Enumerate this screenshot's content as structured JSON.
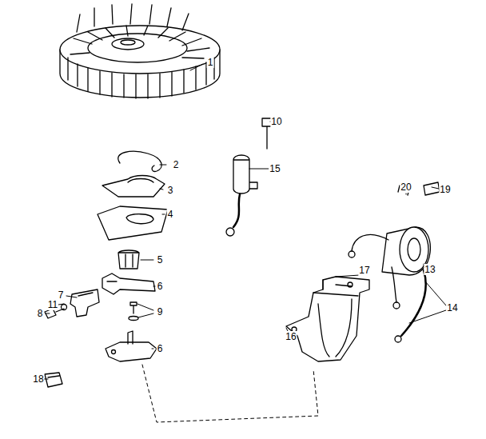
{
  "diagram": {
    "labels": [
      "1",
      "2",
      "3",
      "4",
      "5",
      "6",
      "7",
      "11",
      "8",
      "9",
      "6",
      "18",
      "10",
      "15",
      "20",
      "19",
      "13",
      "17",
      "14",
      "16"
    ]
  }
}
